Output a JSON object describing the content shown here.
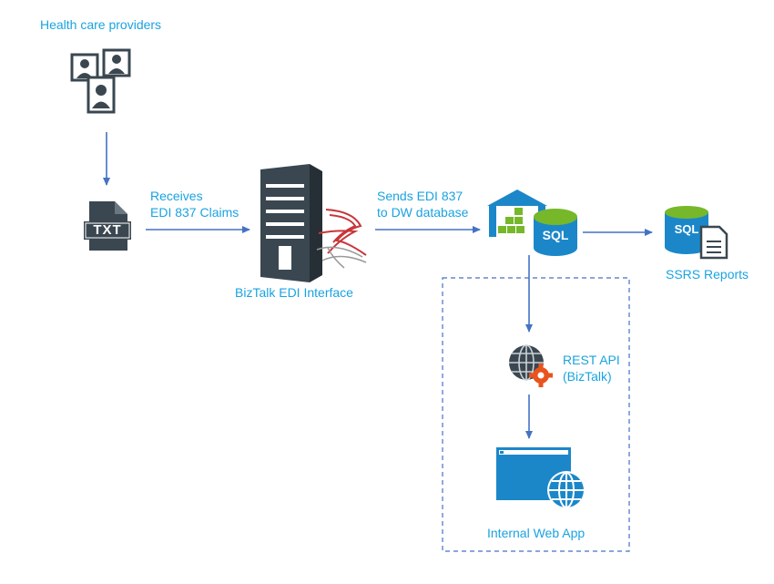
{
  "labels": {
    "providers": "Health care providers",
    "receives_1": "Receives",
    "receives_2": "EDI 837 Claims",
    "biztalk": "BizTalk EDI Interface",
    "sends_1": "Sends EDI 837",
    "sends_2": "to DW database",
    "ssrs": "SSRS Reports",
    "rest_1": "REST API",
    "rest_2": "(BizTalk)",
    "webapp": "Internal Web App",
    "txt_icon_text": "TXT",
    "sql_icon_text": "SQL",
    "ssrs_icon_text": "SQL"
  },
  "colors": {
    "accent": "#1aa3e0",
    "arrow": "#4472c4",
    "icon_dark": "#3a4750",
    "icon_blue": "#1b87c9",
    "icon_green": "#76b82a",
    "gear_orange": "#e8541e",
    "sql_red": "#c8363a"
  },
  "icons": [
    "people-icon",
    "txt-file-icon",
    "server-icon",
    "sql-server-logo-icon",
    "data-warehouse-icon",
    "sql-database-icon",
    "sql-report-icon",
    "web-gear-icon",
    "web-app-icon"
  ]
}
